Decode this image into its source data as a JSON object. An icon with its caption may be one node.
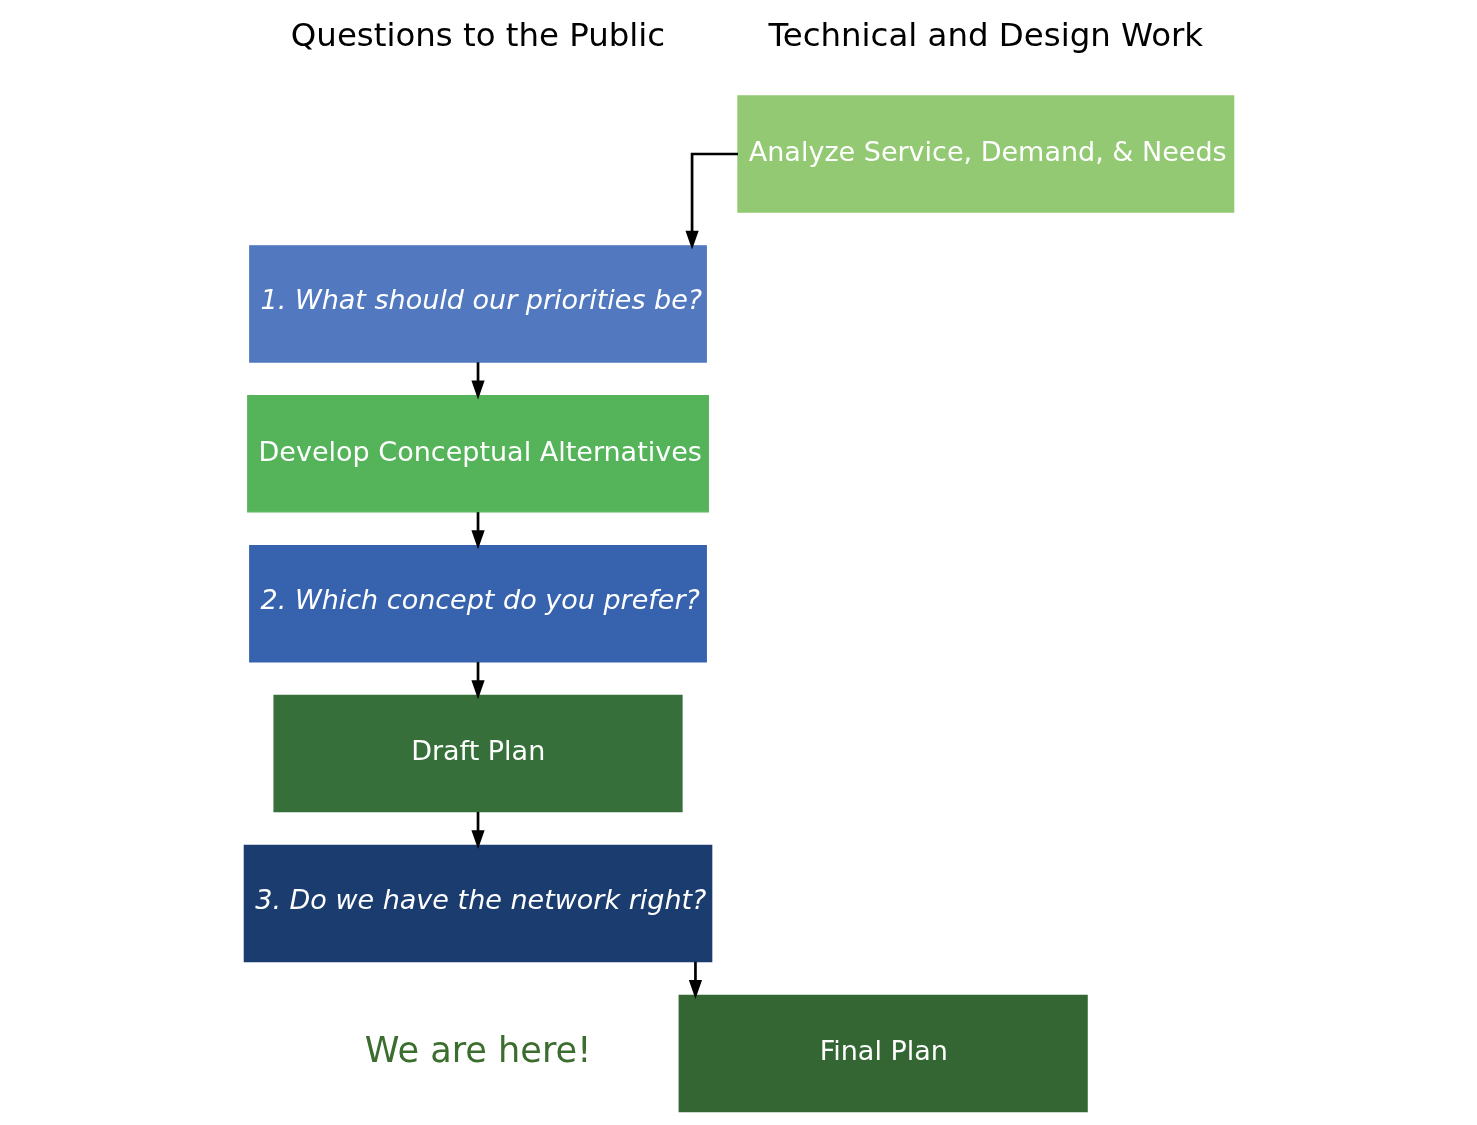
{
  "diagram": {
    "nodes": [
      {
        "text": [
          "Analyze Service, Demand, & Needs"
        ]
      },
      {
        "text": [
          "1. What should our priorities be?"
        ]
      },
      {
        "text": [
          "Develop Conceptual Alternatives"
        ]
      },
      {
        "text": [
          "2. Which concept do you prefer?"
        ]
      },
      {
        "text": [
          "Draft Plan"
        ]
      },
      {
        "text": [
          "3. Do we have the network right?"
        ],
        "beside": [
          "We are here!"
        ]
      },
      {
        "text": [
          "Final Plan"
        ]
      }
    ],
    "edges": [
      {
        "from": 0,
        "to": 1,
        "arrow": "to"
      },
      {
        "from": 1,
        "to": 2,
        "arrow": "to"
      },
      {
        "from": 2,
        "to": 3,
        "arrow": "to"
      },
      {
        "from": 3,
        "to": 4,
        "arrow": "to"
      },
      {
        "from": 4,
        "to": 5,
        "arrow": "to"
      },
      {
        "from": 5,
        "to": 6,
        "arrow": "to"
      }
    ],
    "labels": [
      "Technical and Design Work",
      "Questions to the Public"
    ]
  }
}
